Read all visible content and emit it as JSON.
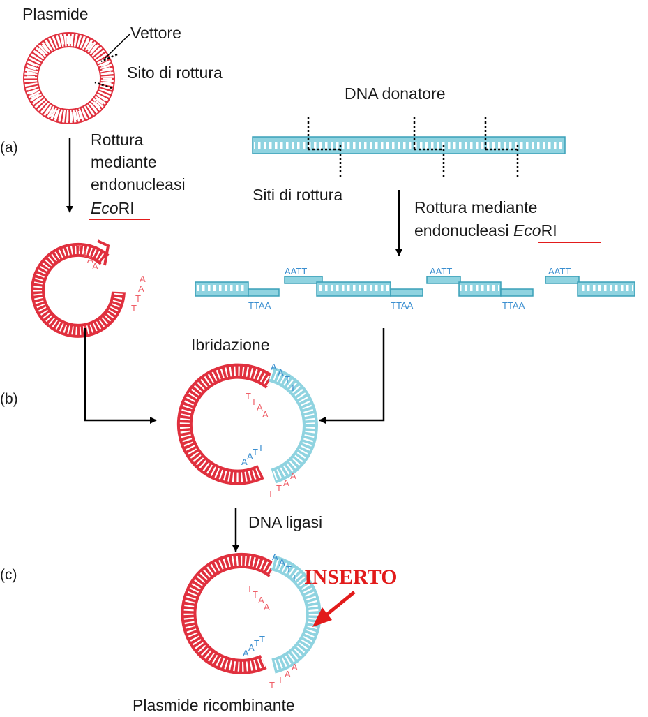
{
  "colors": {
    "vector": "#e0303e",
    "donor": "#8fd3e0",
    "donor_stroke": "#3aa0b8",
    "insert_label": "#e21b1b",
    "underline": "#e21b1b"
  },
  "labels": {
    "plasmide": "Plasmide",
    "vettore": "Vettore",
    "sito_rottura": "Sito di rottura",
    "dna_donatore": "DNA donatore",
    "siti_rottura": "Siti di rottura",
    "rottura_plasmide": [
      "Rottura",
      "mediante",
      "endonucleasi"
    ],
    "enzyme_italic": "Eco",
    "enzyme_suffix": "RI",
    "rottura_donor": [
      "Rottura mediante",
      "endonucleasi "
    ],
    "ibridazione": "Ibridazione",
    "dna_ligasi": "DNA ligasi",
    "inserto": "INSERTO",
    "plasmide_ricombinante": "Plasmide ricombinante",
    "step_a": "(a)",
    "step_b": "(b)",
    "step_c": "(c)"
  },
  "sequences": {
    "sticky_top": "AATT",
    "sticky_bottom": "TTAA"
  },
  "icons": [
    "arrow-down-icon",
    "arrow-right-icon",
    "arrow-left-icon",
    "red-arrow-icon"
  ]
}
